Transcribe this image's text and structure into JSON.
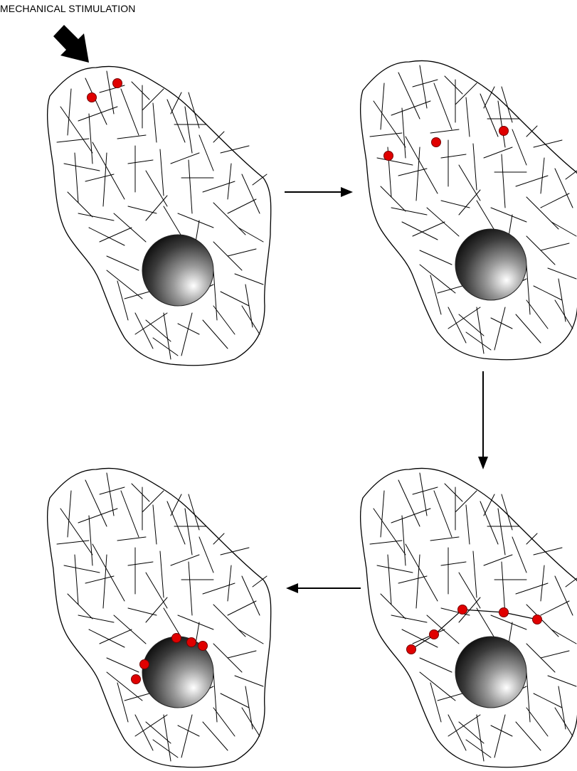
{
  "figure": {
    "caption": "MECHANICAL STIMULATION"
  },
  "colors": {
    "dot": "#e00000",
    "outline": "#000000",
    "fiber": "#000000",
    "background": "#ffffff"
  },
  "panels": [
    {
      "name": "cell-panel-1",
      "dot_placement": "near cell surface under stimulation"
    },
    {
      "name": "cell-panel-2",
      "dot_placement": "dispersed through cytoplasm"
    },
    {
      "name": "cell-panel-3",
      "dot_placement": "along filaments toward nucleus"
    },
    {
      "name": "cell-panel-4",
      "dot_placement": "clustered at nucleus"
    }
  ]
}
